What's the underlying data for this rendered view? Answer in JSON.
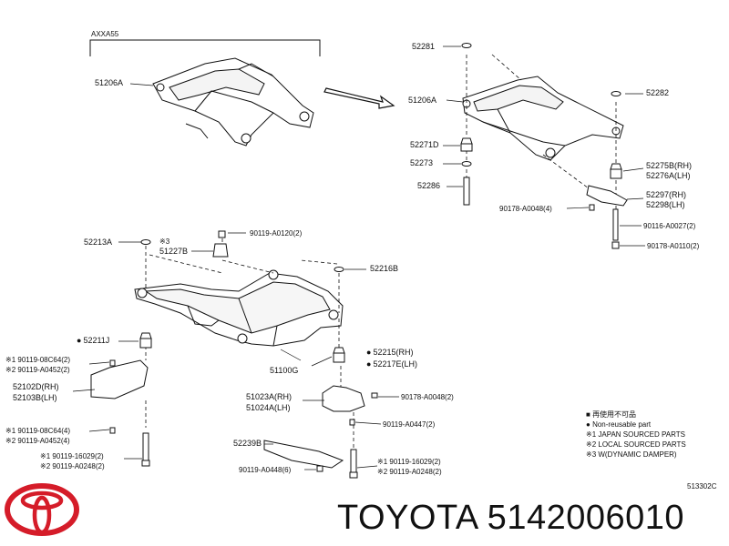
{
  "header_label": "AXXA55",
  "left_part": "51206A",
  "top_right": {
    "p52281": "52281",
    "p51206a": "51206A",
    "p52282": "52282",
    "p52271d": "52271D",
    "p52273": "52273",
    "p52286": "52286",
    "p52275b": "52275B(RH)",
    "p52276a": "52276A(LH)",
    "p52297": "52297(RH)",
    "p52298": "52298(LH)",
    "p90178_4": "90178-A0048(4)",
    "p90116": "90116-A0027(2)",
    "p90178_2": "90178-A0110(2)"
  },
  "main": {
    "p52213a": "52213A",
    "p3mark": "※3",
    "p51227b": "51227B",
    "p90119_a0120": "90119-A0120(2)",
    "p52216b": "52216B",
    "p52211j": "52211J",
    "p51100g": "51100G",
    "p52215": "52215(RH)",
    "p52217e": "52217E(LH)",
    "p_l1a": "※1 90119-08C64(2)",
    "p_l1b": "※2 90119-A0452(2)",
    "p52102d": "52102D(RH)",
    "p52103b": "52103B(LH)",
    "p_l2a": "※1 90119-08C64(4)",
    "p_l2b": "※2 90119-A0452(4)",
    "p_l3a": "※1 90119-16029(2)",
    "p_l3b": "※2 90119-A0248(2)",
    "p51023a": "51023A(RH)",
    "p51024a": "51024A(LH)",
    "p90178_a0048_2": "90178-A0048(2)",
    "p90119_a0447": "90119-A0447(2)",
    "p52239b": "52239B",
    "p90119_a0448": "90119-A0448(6)",
    "p_r3a": "※1 90119-16029(2)",
    "p_r3b": "※2 90119-A0248(2)"
  },
  "legend": {
    "reuse": "再使用不可品",
    "nonreusable": "Non-reusable part",
    "japan": "※1 JAPAN SOURCED PARTS",
    "local": "※2 LOCAL SOURCED PARTS",
    "damper": "※3 W(DYNAMIC DAMPER)"
  },
  "diagram_code": "513302C",
  "brand_text": "TOYOTA 5142006010",
  "colors": {
    "logo": "#d51c29",
    "ink": "#111111"
  }
}
